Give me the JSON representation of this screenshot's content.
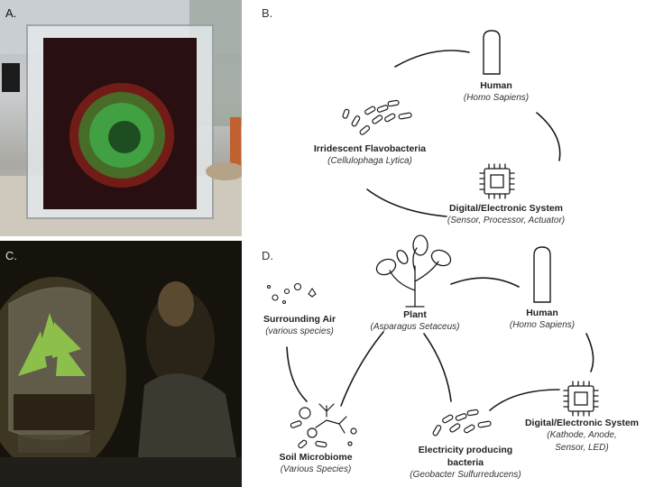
{
  "panels": {
    "a": {
      "letter": "A."
    },
    "b": {
      "letter": "B.",
      "nodes": {
        "human": {
          "title": "Human",
          "subtitle": "(Homo Sapiens)"
        },
        "bacteria": {
          "title": "Irridescent Flavobacteria",
          "subtitle": "(Cellulophaga Lytica)"
        },
        "digital": {
          "title": "Digital/Electronic System",
          "subtitle": "(Sensor, Processor, Actuator)"
        }
      }
    },
    "c": {
      "letter": "C."
    },
    "d": {
      "letter": "D.",
      "nodes": {
        "plant": {
          "title": "Plant",
          "subtitle": "(Asparagus Setaceus)"
        },
        "human": {
          "title": "Human",
          "subtitle": "(Homo Sapiens)"
        },
        "air": {
          "title": "Surrounding Air",
          "subtitle": "(various species)"
        },
        "soil": {
          "title": "Soil Microbiome",
          "subtitle": "(Various Species)"
        },
        "bacteria": {
          "title_line1": "Electricity producing",
          "title_line2": "bacteria",
          "subtitle": "(Geobacter Sulfurreducens)"
        },
        "digital": {
          "title": "Digital/Electronic System",
          "subtitle_line1": "(Kathode, Anode,",
          "subtitle_line2": "Sensor, LED)"
        }
      }
    }
  },
  "colors": {
    "line": "#1a1a1a",
    "bacteria_green": "#3fae4a",
    "bacteria_red": "#c0392b"
  }
}
